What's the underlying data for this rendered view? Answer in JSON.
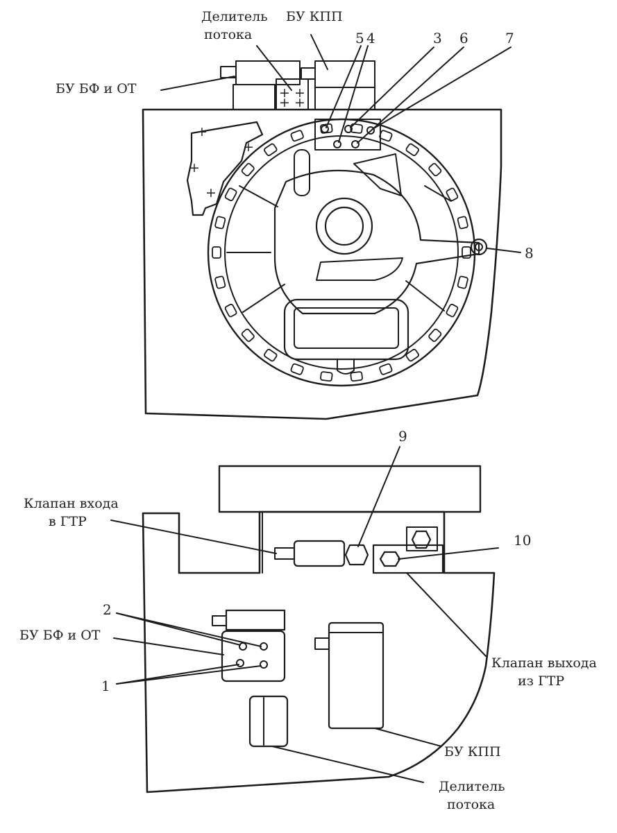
{
  "top_view": {
    "labels": {
      "divider": [
        "Делитель",
        "потока"
      ],
      "bu_kpp": "БУ КПП",
      "bu_bf_ot": "БУ БФ и ОТ"
    },
    "numbers": [
      "5",
      "4",
      "3",
      "6",
      "7",
      "8"
    ]
  },
  "bottom_view": {
    "labels": {
      "valve_in": [
        "Клапан входа",
        "в ГТР"
      ],
      "bu_bf_ot": "БУ БФ и ОТ",
      "valve_out": [
        "Клапан выхода",
        "из ГТР"
      ],
      "bu_kpp": "БУ КПП",
      "divider": [
        "Делитель",
        "потока"
      ]
    },
    "numbers": [
      "9",
      "10",
      "2",
      "1"
    ]
  }
}
